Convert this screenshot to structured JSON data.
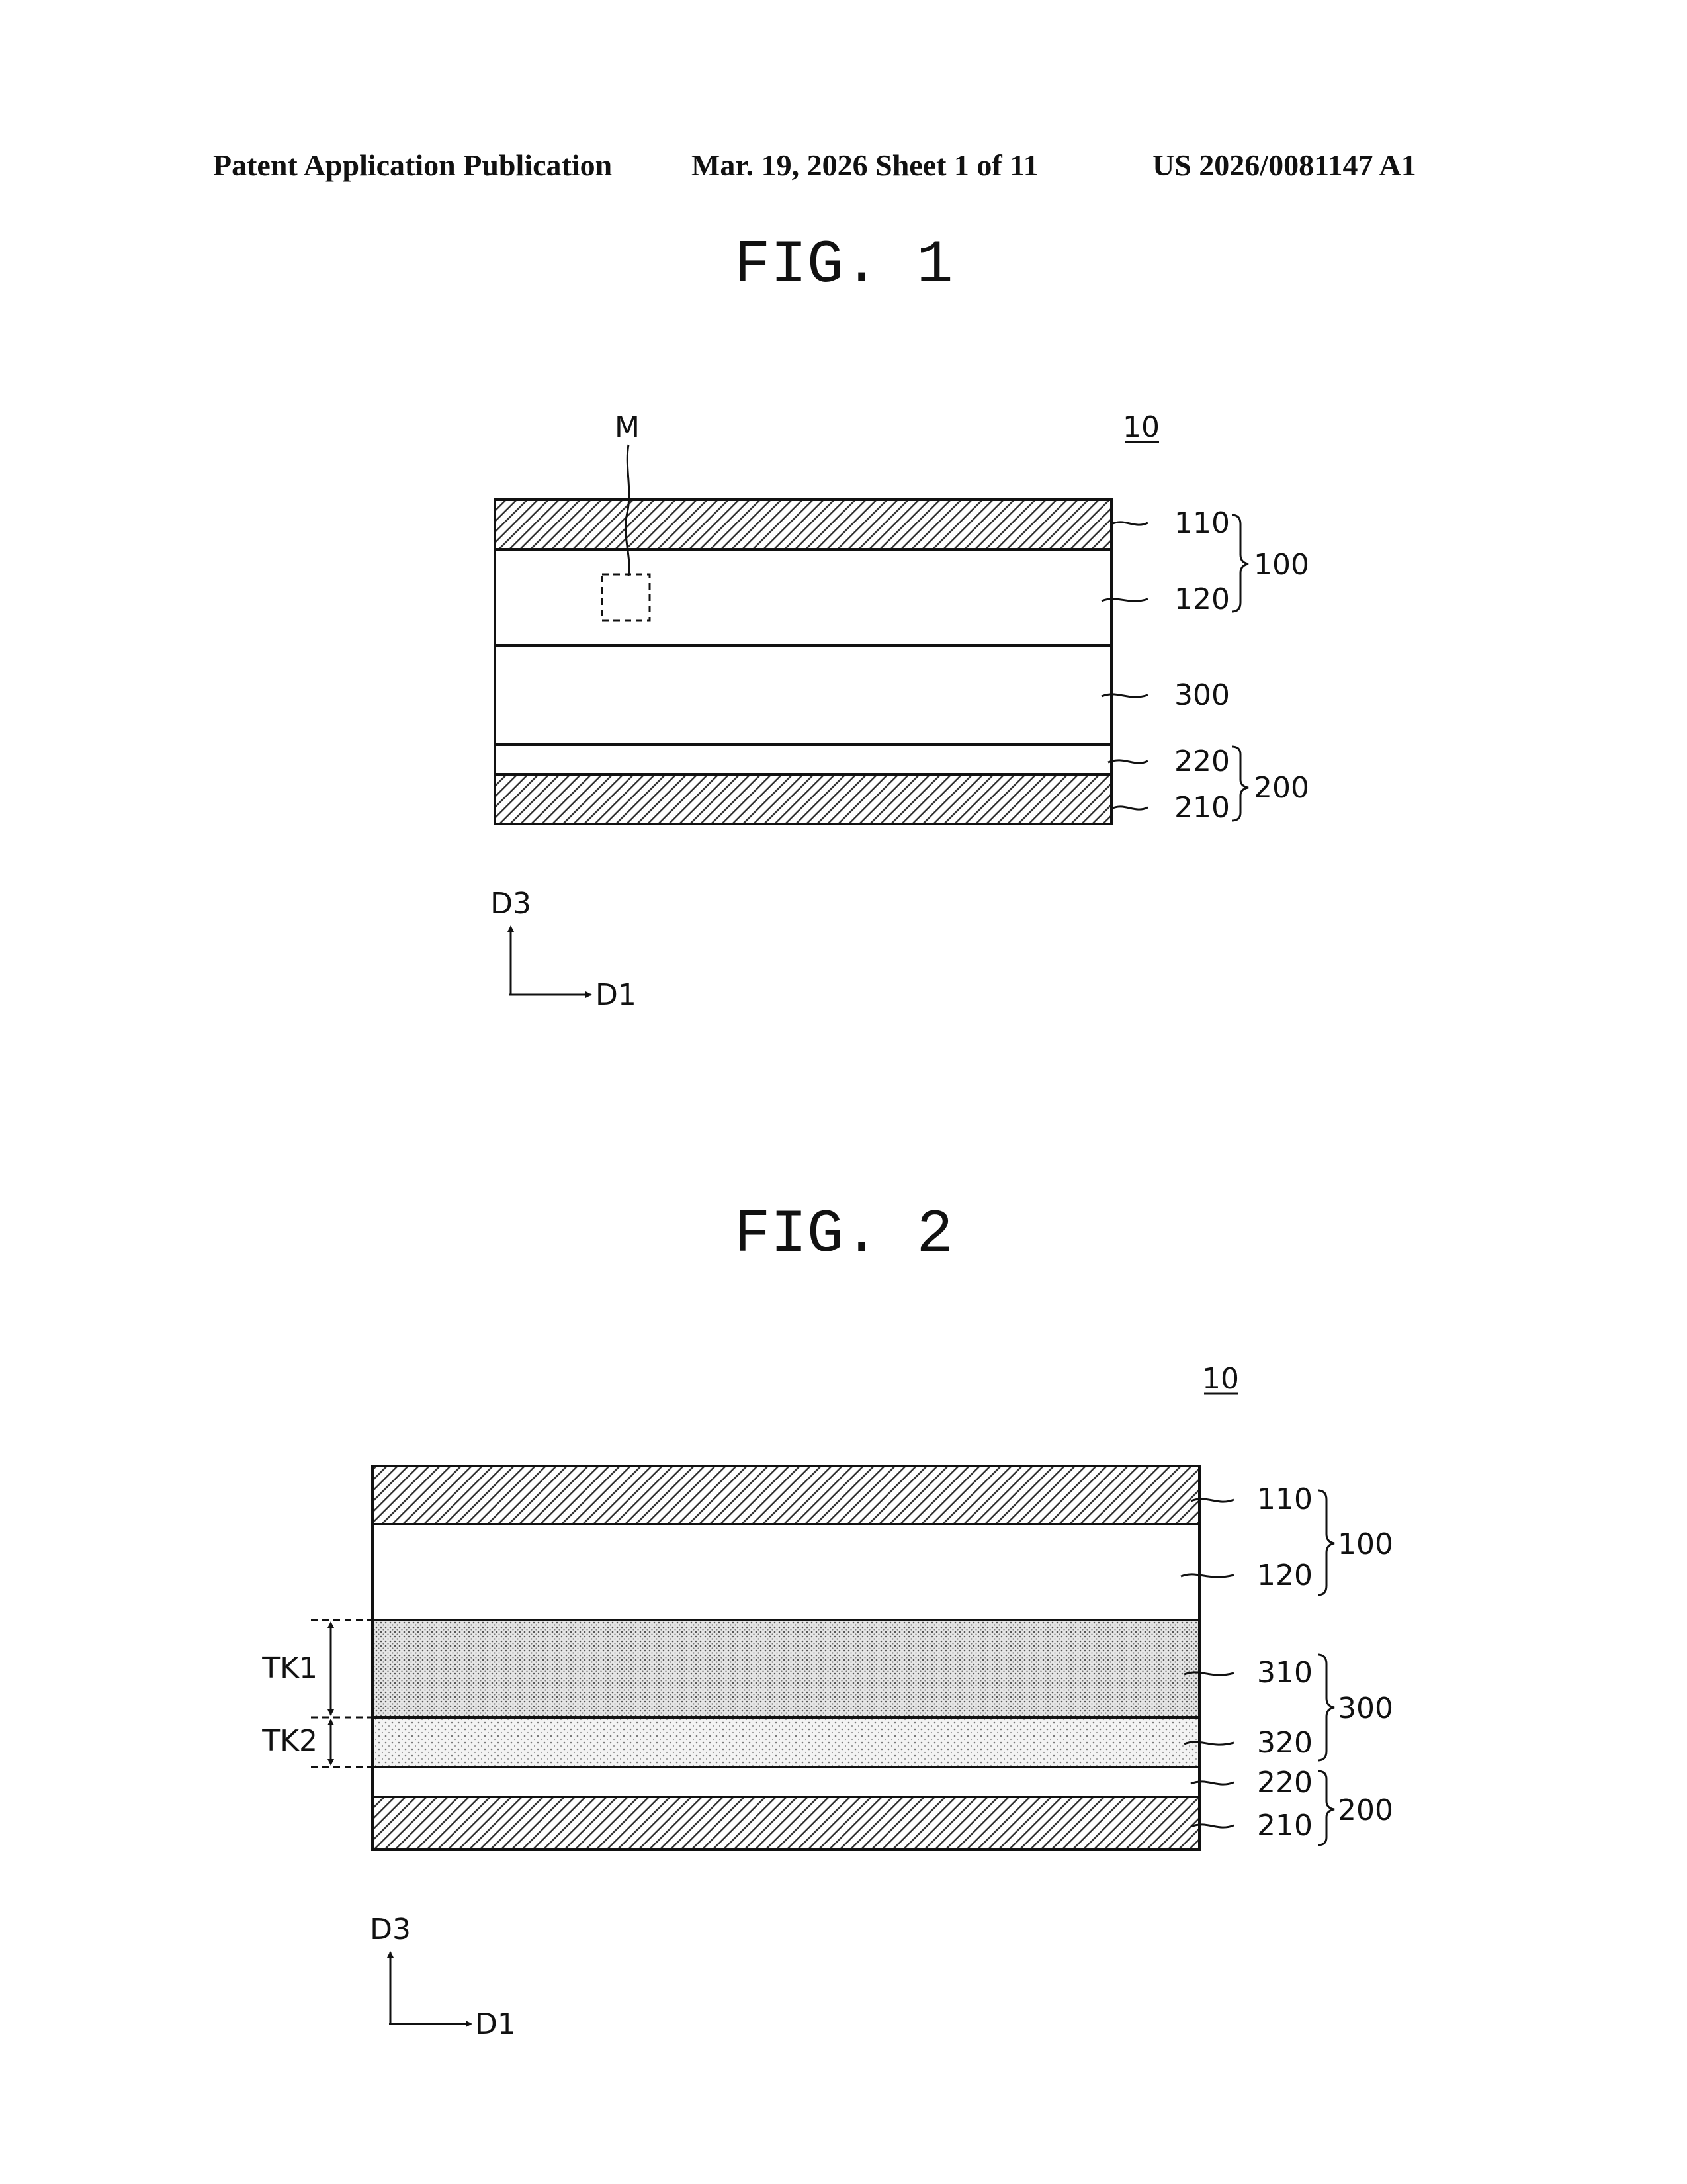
{
  "header": {
    "left": "Patent Application Publication",
    "middle": "Mar. 19, 2026  Sheet 1 of 11",
    "right": "US 2026/0081147 A1"
  },
  "fig1": {
    "title": "FIG. 1",
    "ref": "10",
    "marker": "M",
    "layers": [
      "110",
      "120",
      "300",
      "220",
      "210"
    ],
    "groups": [
      "100",
      "200"
    ],
    "axis_up": "D3",
    "axis_right": "D1"
  },
  "fig2": {
    "title": "FIG. 2",
    "ref": "10",
    "layers": [
      "110",
      "120",
      "310",
      "320",
      "220",
      "210"
    ],
    "groups": [
      "100",
      "300",
      "200"
    ],
    "thickness": [
      "TK1",
      "TK2"
    ],
    "axis_up": "D3",
    "axis_right": "D1"
  }
}
